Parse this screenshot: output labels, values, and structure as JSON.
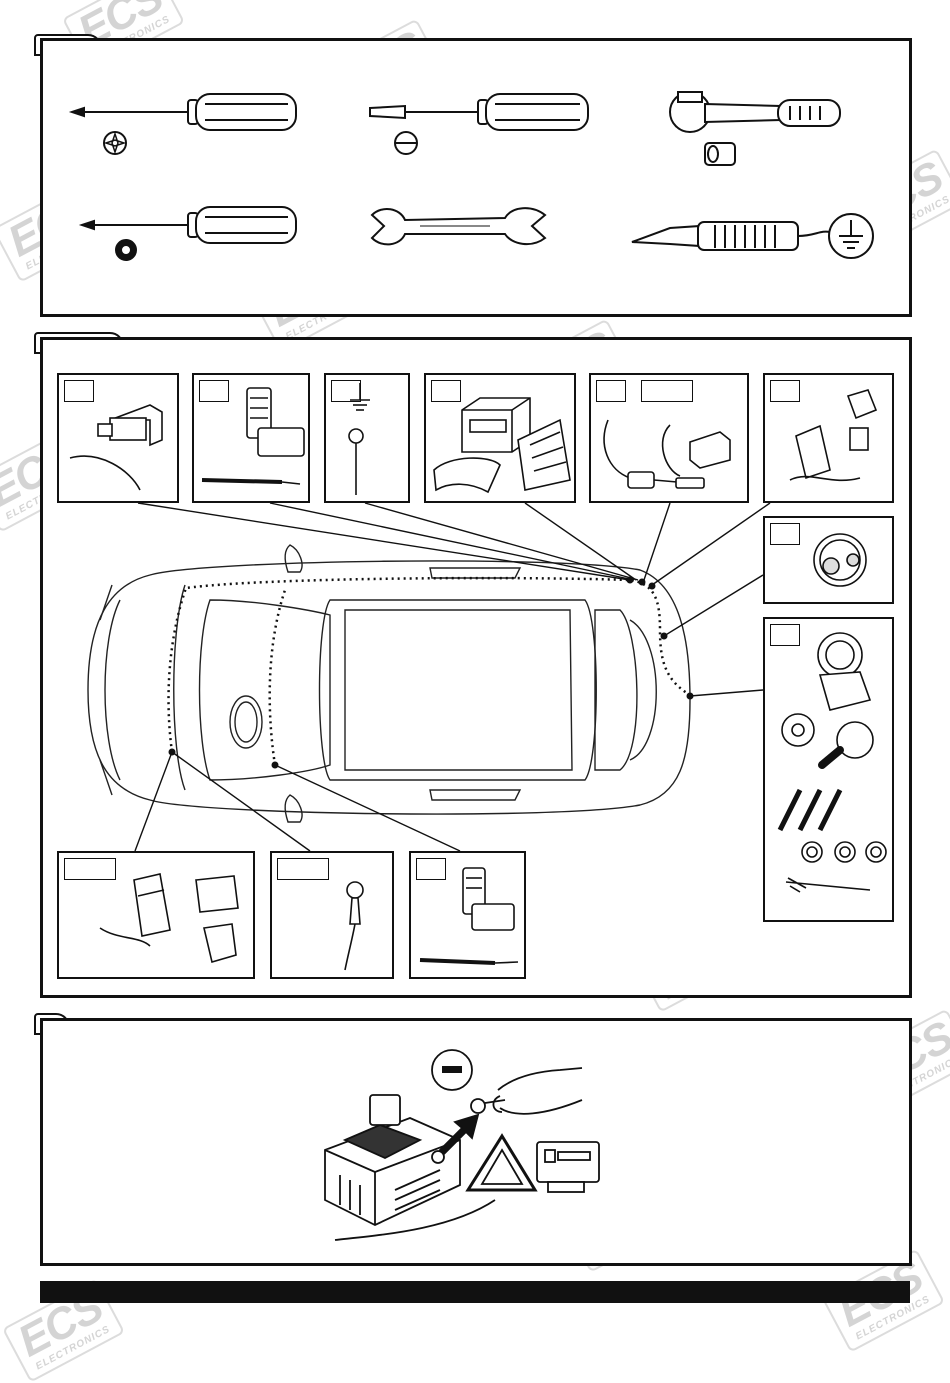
{
  "watermark": {
    "brand": "ECS",
    "sub": "ELECTRONICS"
  },
  "colors": {
    "ink": "#111111",
    "watermark": "#d4d4d4",
    "background": "#ffffff"
  },
  "tools_panel": {
    "tools": [
      "phillips-screwdriver",
      "flat-screwdriver",
      "socket-ratchet",
      "torx-screwdriver",
      "open-end-wrench",
      "voltage-tester"
    ]
  },
  "parts_panel": {
    "car": "vehicle-top-view-with-wiring-route"
  },
  "battery_panel": {
    "minus_symbol": "−"
  }
}
